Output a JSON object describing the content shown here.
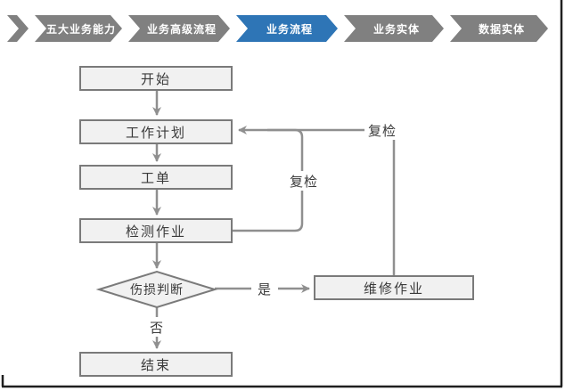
{
  "breadcrumb": {
    "items": [
      {
        "label": "五大业务能力",
        "active": false
      },
      {
        "label": "业务高级流程",
        "active": false
      },
      {
        "label": "业务流程",
        "active": true
      },
      {
        "label": "业务实体",
        "active": false
      },
      {
        "label": "数据实体",
        "active": false
      }
    ],
    "colors": {
      "inactive": "#808080",
      "active": "#2E75B6",
      "text": "#FFFFFF"
    }
  },
  "flowchart": {
    "nodes": [
      {
        "id": "start",
        "label": "开始",
        "type": "process"
      },
      {
        "id": "plan",
        "label": "工作计划",
        "type": "process"
      },
      {
        "id": "order",
        "label": "工单",
        "type": "process"
      },
      {
        "id": "inspect",
        "label": "检测作业",
        "type": "process"
      },
      {
        "id": "judge",
        "label": "伤损判断",
        "type": "decision"
      },
      {
        "id": "repair",
        "label": "维修作业",
        "type": "process"
      },
      {
        "id": "end",
        "label": "结束",
        "type": "process"
      }
    ],
    "edge_labels": {
      "yes": "是",
      "no": "否",
      "recheck_inspect": "复检",
      "recheck_repair": "复检"
    },
    "colors": {
      "node_fill": "#F1F1F1",
      "node_border": "#7A7A7A",
      "connector": "#8F8F8F",
      "text": "#3A3A3A",
      "frame": "#1F1F1F"
    }
  }
}
